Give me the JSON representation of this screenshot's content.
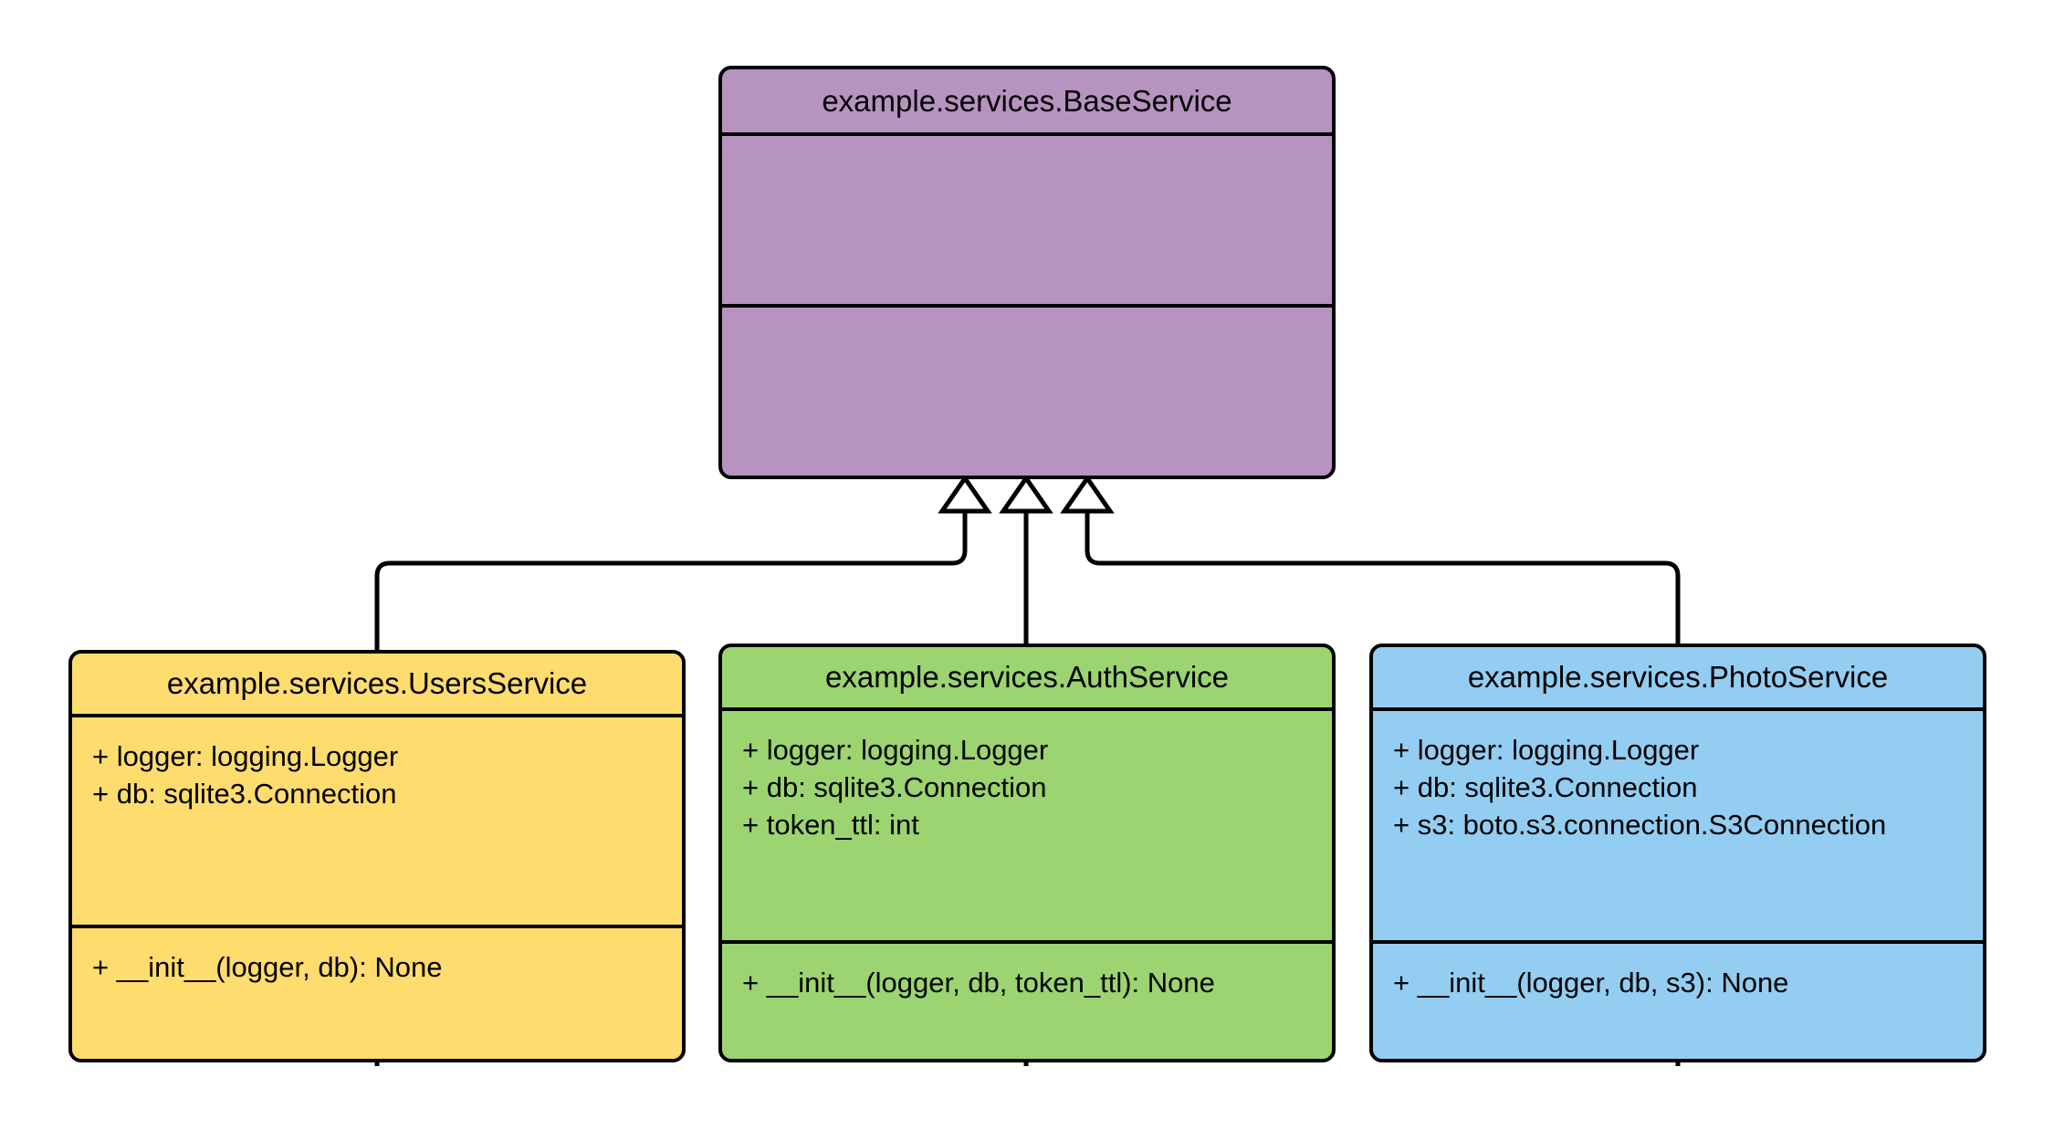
{
  "diagram": {
    "type": "uml-class-diagram",
    "relationship": "generalization",
    "background": "#ffffff",
    "line_color": "#000000"
  },
  "classes": [
    {
      "id": "baseservice",
      "name": "example.services.BaseService",
      "color": "#b793bf",
      "attributes": [],
      "methods": []
    },
    {
      "id": "usersservice",
      "name": "example.services.UsersService",
      "color": "#ffdc6e",
      "attributes": [
        "+ logger: logging.Logger",
        "+ db: sqlite3.Connection"
      ],
      "methods": [
        "+ __init__(logger, db): None"
      ]
    },
    {
      "id": "authservice",
      "name": "example.services.AuthService",
      "color": "#9bd470",
      "attributes": [
        "+ logger: logging.Logger",
        "+ db: sqlite3.Connection",
        "+ token_ttl: int"
      ],
      "methods": [
        "+ __init__(logger, db, token_ttl): None"
      ]
    },
    {
      "id": "photoservice",
      "name": "example.services.PhotoService",
      "color": "#93cdf2",
      "attributes": [
        "+ logger: logging.Logger",
        "+ db: sqlite3.Connection",
        "+ s3: boto.s3.connection.S3Connection"
      ],
      "methods": [
        "+ __init__(logger, db, s3): None"
      ]
    }
  ],
  "edges": [
    {
      "from": "usersservice",
      "to": "baseservice",
      "kind": "inheritance"
    },
    {
      "from": "authservice",
      "to": "baseservice",
      "kind": "inheritance"
    },
    {
      "from": "photoservice",
      "to": "baseservice",
      "kind": "inheritance"
    }
  ]
}
